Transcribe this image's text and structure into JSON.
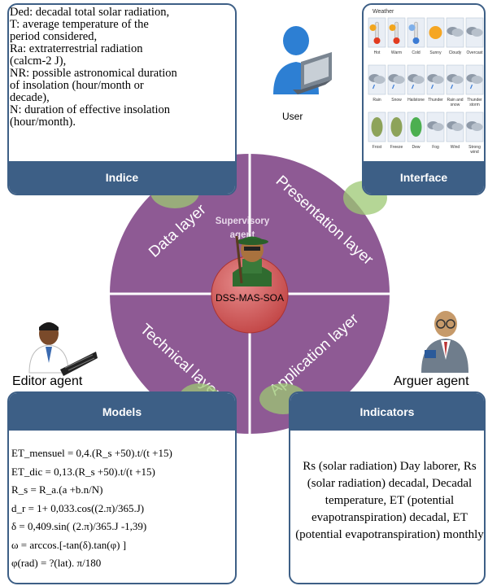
{
  "panels": {
    "indice": {
      "header": "Indice",
      "lines": [
        "Ded: decadal total solar radiation,",
        "T: average temperature of the",
        "period considered,",
        " Ra: extraterrestrial radiation",
        "(calcm-2 J),",
        "NR: possible astronomical duration",
        "of insolation (hour/month or",
        "decade),",
        " N: duration of effective insolation",
        "(hour/month)."
      ]
    },
    "interface": {
      "header": "Interface",
      "window_title": "Weather",
      "weather_items": [
        {
          "label": "Hot",
          "icon": "thermometer-hot-icon"
        },
        {
          "label": "Warm",
          "icon": "thermometer-warm-icon"
        },
        {
          "label": "Cold",
          "icon": "thermometer-cold-icon"
        },
        {
          "label": "Sunny",
          "icon": "sun-icon"
        },
        {
          "label": "Cloudy",
          "icon": "cloudy-icon"
        },
        {
          "label": "Overcast",
          "icon": "overcast-icon"
        },
        {
          "label": "Rain",
          "icon": "rain-icon"
        },
        {
          "label": "Snow",
          "icon": "snow-icon"
        },
        {
          "label": "Hailstone",
          "icon": "hail-icon"
        },
        {
          "label": "Thunder",
          "icon": "thunder-icon"
        },
        {
          "label": "Rain and snow",
          "icon": "rain-snow-icon"
        },
        {
          "label": "Thunder storm",
          "icon": "thunderstorm-icon"
        },
        {
          "label": "Frost",
          "icon": "frost-leaf-icon"
        },
        {
          "label": "Freeze",
          "icon": "freeze-leaf-icon"
        },
        {
          "label": "Dew",
          "icon": "dew-leaf-icon"
        },
        {
          "label": "Fog",
          "icon": "fog-icon"
        },
        {
          "label": "Wind",
          "icon": "wind-icon"
        },
        {
          "label": "Strong wind",
          "icon": "strong-wind-icon"
        }
      ]
    },
    "models": {
      "header": "Models",
      "formulas": [
        "ET_mensuel   = 0,4.(R_s +50).t/(t +15)",
        "ET_dic  = 0,13.(R_s +50).t/(t +15)",
        "R_s = R_a.(a +b.n/N)",
        "d_r = 1+ 0,033.cos((2.π)/365.J)",
        "δ = 0,409.sin( (2.π)/365.J -1,39)",
        "ω = arccos.[-tan(δ).tan(φ) ]",
        "φ(rad) = ?(lat). π/180"
      ]
    },
    "indicators": {
      "header": "Indicators",
      "text": "Rs (solar radiation) Day laborer, Rs (solar radiation) decadal,  Decadal temperature, ET (potential evapotranspiration) decadal, ET (potential evapotranspiration) monthly"
    }
  },
  "circle": {
    "quadrants": {
      "data": "Data layer",
      "presentation": "Presentation layer",
      "technical": "Technical layer",
      "application": "Application layer"
    },
    "center_label": "DSS-MAS-SOA",
    "supervisory_label": "Supervisory agent"
  },
  "actors": {
    "user": "User",
    "editor": "Editor agent",
    "arguer": "Arguer agent"
  },
  "colors": {
    "panel_blue": "#3d5f86",
    "circle_purple": "#8e5a94",
    "center_red": "#c94d4d",
    "joint_green": "#9cc873"
  }
}
